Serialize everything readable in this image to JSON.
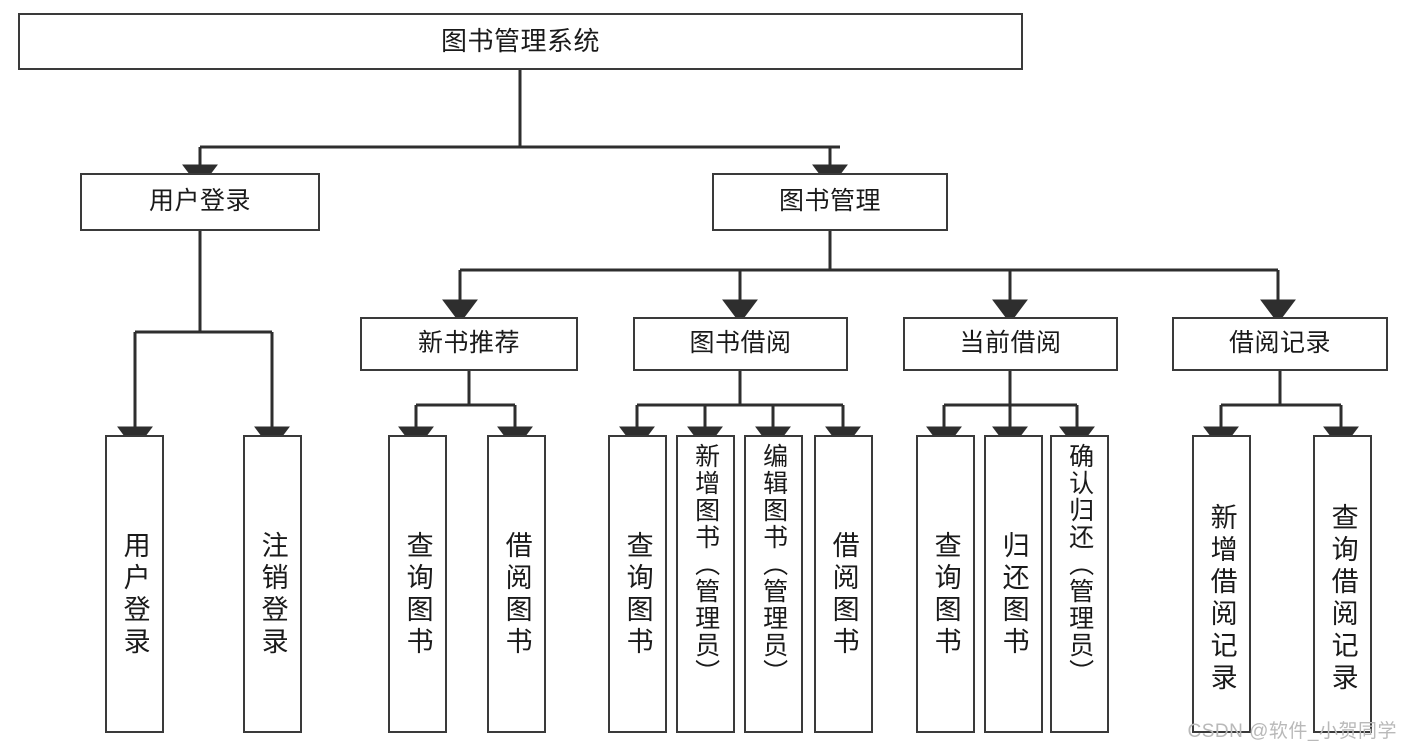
{
  "diagram": {
    "title": "图书管理系统",
    "type": "tree-hierarchy-diagram",
    "colors": {
      "background": "#ffffff",
      "border": "#3a3a3a",
      "text": "#1a1a1a",
      "connector": "#2e2e2e",
      "watermark": "#b9b9b9"
    },
    "nodes": {
      "root": {
        "label": "图书管理系统"
      },
      "level2": [
        {
          "label": "用户登录"
        },
        {
          "label": "图书管理"
        }
      ],
      "level3": [
        {
          "label": "新书推荐"
        },
        {
          "label": "图书借阅"
        },
        {
          "label": "当前借阅"
        },
        {
          "label": "借阅记录"
        }
      ],
      "leaves": {
        "user_login": [
          {
            "label": "用户登录"
          },
          {
            "label": "注销登录"
          }
        ],
        "new_book_recommend": [
          {
            "label": "查询图书"
          },
          {
            "label": "借阅图书"
          }
        ],
        "book_borrow": [
          {
            "label": "查询图书"
          },
          {
            "label": "新增图书（管理员）"
          },
          {
            "label": "编辑图书（管理员）"
          },
          {
            "label": "借阅图书"
          }
        ],
        "current_borrow": [
          {
            "label": "查询图书"
          },
          {
            "label": "归还图书"
          },
          {
            "label": "确认归还（管理员）"
          }
        ],
        "borrow_record": [
          {
            "label": "新增借阅记录"
          },
          {
            "label": "查询借阅记录"
          }
        ]
      }
    },
    "watermark": "CSDN @软件_小贺同学"
  }
}
